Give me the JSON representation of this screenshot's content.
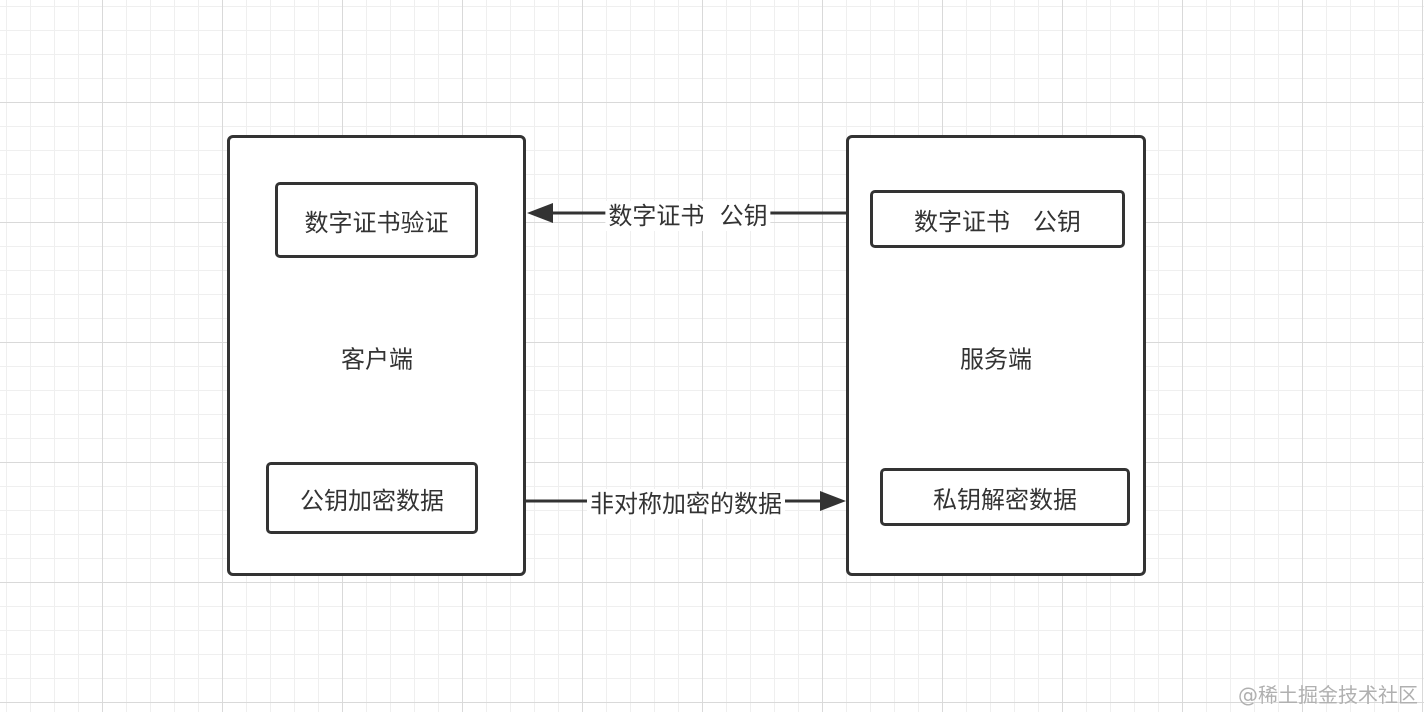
{
  "client": {
    "label": "客户端",
    "verify_box": "数字证书验证",
    "encrypt_box": "公钥加密数据"
  },
  "server": {
    "label": "服务端",
    "cert_box": "数字证书   公钥",
    "decrypt_box": "私钥解密数据"
  },
  "edges": {
    "cert_to_client": "数字证书  公钥",
    "data_to_server": "非对称加密的数据"
  },
  "watermark": "@稀土掘金技术社区",
  "colors": {
    "stroke": "#333333",
    "grid_major": "#d9d9d9",
    "grid_minor": "#efefef"
  }
}
